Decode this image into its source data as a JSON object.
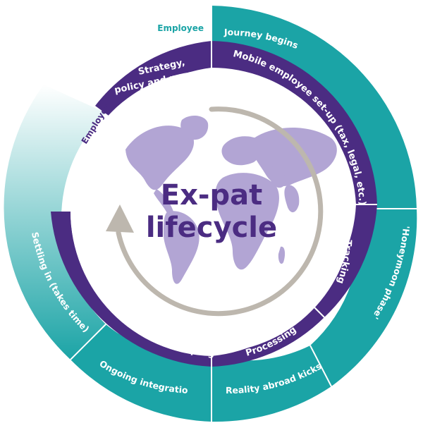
{
  "center": {
    "title_line1": "Ex-pat",
    "title_line2": "lifecycle"
  },
  "labels": {
    "employee": "Employee",
    "employer": "Employer"
  },
  "inner_ring": [
    "Strategy, policy and process",
    "Mobile employee set-up (tax, legal, etc.)",
    "Tracking",
    "Processing",
    "Ongoing support and assessment of programme"
  ],
  "outer_ring": [
    "Journey begins",
    "'Honeymoon phase'",
    "Reality abroad kicks in",
    "Ongoing integration",
    "Settling in (takes time)"
  ],
  "colors": {
    "teal": "#1BA4A6",
    "purple": "#4B2C82",
    "globe": "#B2A5D4",
    "arrow": "#BDB7AE",
    "title": "#4B2C82",
    "employee_label": "#1BA4A6",
    "employer_label": "#4B2C82"
  }
}
